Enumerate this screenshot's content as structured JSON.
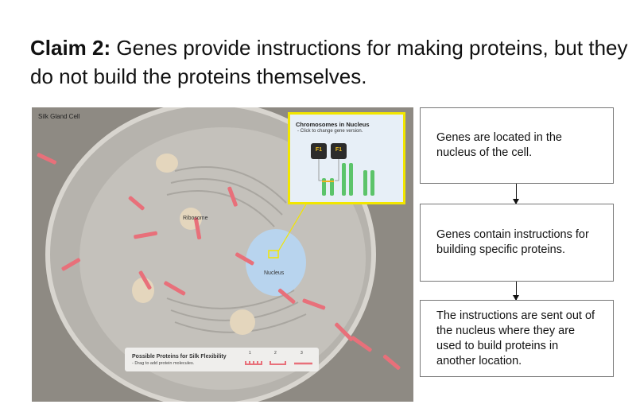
{
  "title": {
    "prefix": "Claim 2:",
    "text": " Genes provide instructions for making proteins, but they do not build the proteins themselves."
  },
  "simulation": {
    "cell_label": "Silk Gland Cell",
    "ribosome_label": "Ribosome",
    "nucleus_label": "Nucleus",
    "inset": {
      "title": "Chromosomes in Nucleus",
      "subtitle": "- Click to change gene version.",
      "genes": [
        "F1",
        "F1"
      ]
    },
    "proteins_panel": {
      "title": "Possible Proteins for Silk Flexibility",
      "subtitle": "- Drag to add protein molecules.",
      "options": [
        "1",
        "2",
        "3"
      ]
    }
  },
  "flow": [
    {
      "text": "Genes are located in the nucleus of the cell."
    },
    {
      "text": "Genes contain instructions for building specific proteins."
    },
    {
      "text": "The instructions are sent out of the nucleus where they are used to build proteins in another location."
    }
  ],
  "colors": {
    "protein": "#e8707a",
    "highlight": "#f2e600",
    "nucleus": "#b8d4ee"
  }
}
